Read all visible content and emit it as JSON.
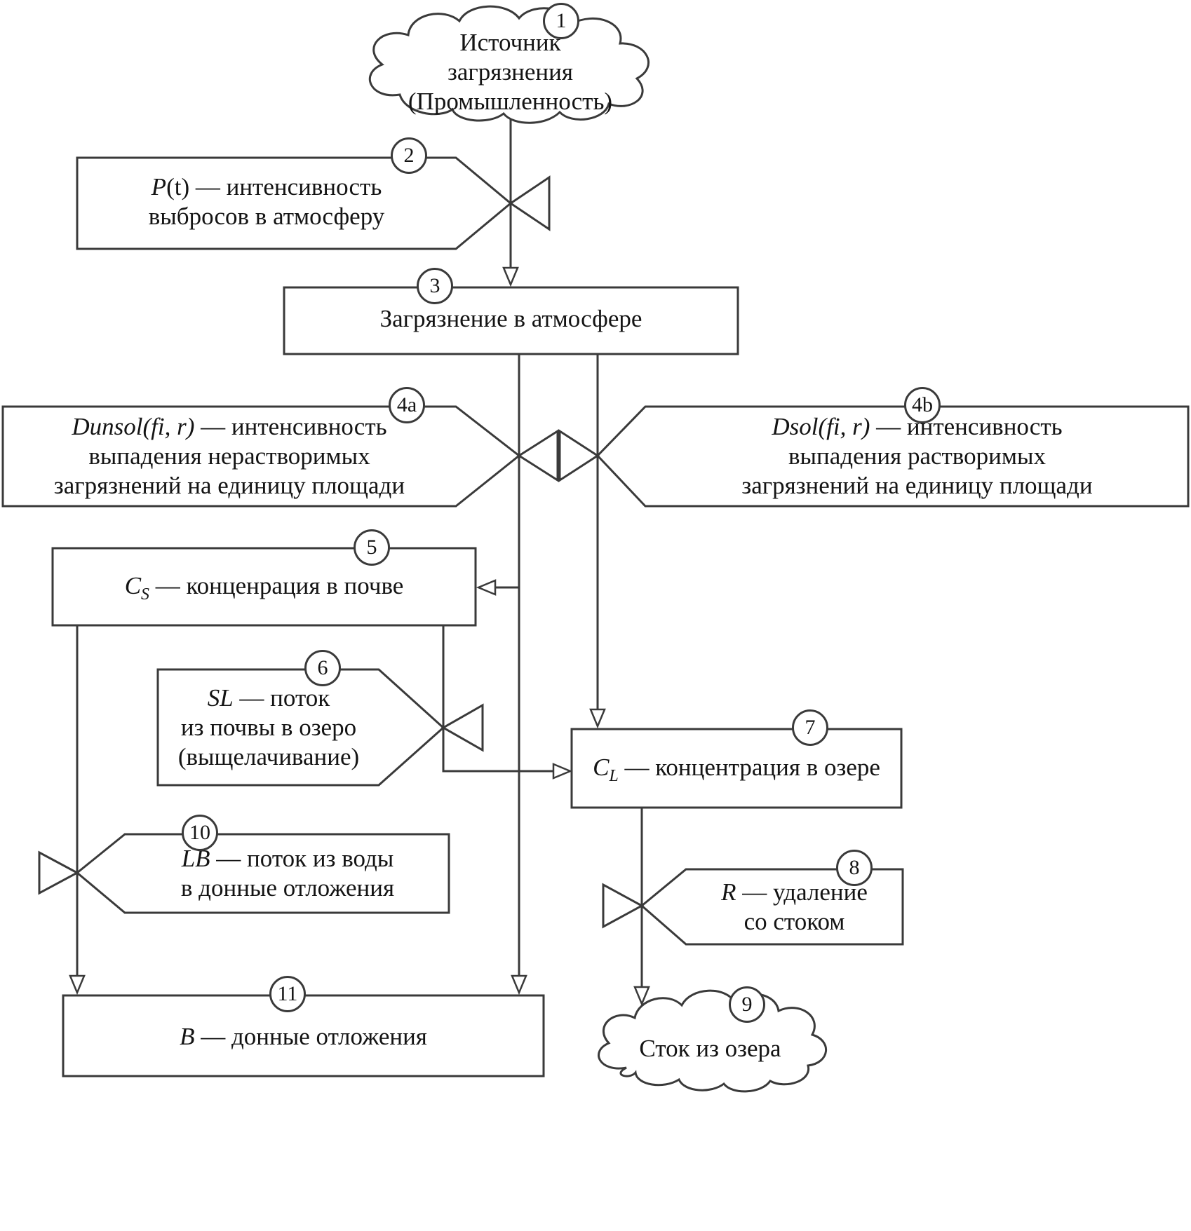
{
  "colors": {
    "stroke": "#3a3a3a",
    "text": "#141414",
    "background": "#ffffff"
  },
  "nodes": {
    "source_cloud": {
      "badge": "1",
      "line1": "Источник",
      "line2": "загрязнения",
      "line3": "(Промышленность)"
    },
    "flow_p": {
      "badge": "2",
      "var": "P",
      "line1_rest": "(t) — интенсивность",
      "line2": "выбросов в атмосферу"
    },
    "atmosphere": {
      "badge": "3",
      "label": "Загрязнение в атмосфере"
    },
    "flow_dunsol": {
      "badge": "4a",
      "var": "Dunsol(fi, r)",
      "line1_rest": " — интенсивность",
      "line2": "выпадения нерастворимых",
      "line3": "загрязнений на единицу площади"
    },
    "flow_dsol": {
      "badge": "4b",
      "var": "Dsol(fi, r)",
      "line1_rest": " — интенсивность",
      "line2": "выпадения растворимых",
      "line3": "загрязнений на единицу площади"
    },
    "soil": {
      "badge": "5",
      "var": "C",
      "sub": "S",
      "rest": " — конценрация в почве"
    },
    "flow_sl": {
      "badge": "6",
      "var": "SL",
      "line1_rest": " — поток",
      "line2": "из почвы в озеро",
      "line3": "(выщелачивание)"
    },
    "lake": {
      "badge": "7",
      "var": "C",
      "sub": "L",
      "rest": " — концентрация в озере"
    },
    "flow_r": {
      "badge": "8",
      "var": "R",
      "line1_rest": " — удаление",
      "line2": "со стоком"
    },
    "outflow_cloud": {
      "badge": "9",
      "label": "Сток из озера"
    },
    "flow_lb": {
      "badge": "10",
      "var": "LB",
      "line1_rest": " — поток из воды",
      "line2": "в донные отложения"
    },
    "sediment": {
      "badge": "11",
      "var": "B",
      "rest": " — донные отложения"
    }
  }
}
